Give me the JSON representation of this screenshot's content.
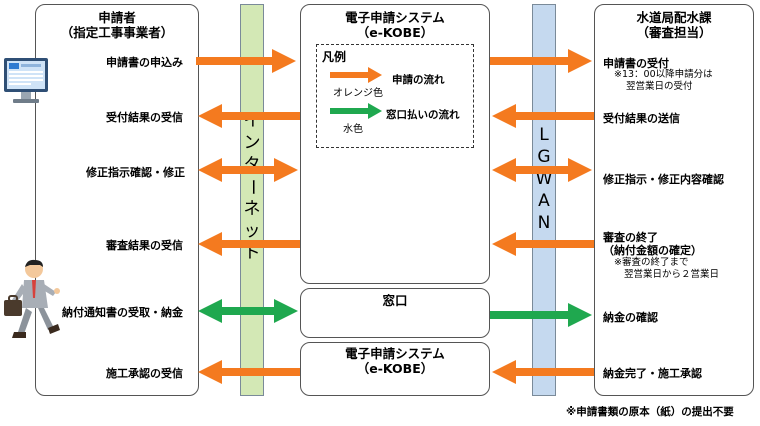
{
  "applicant": {
    "title_line1": "申請者",
    "title_line2": "（指定工事事業者）",
    "items": [
      "申請書の申込み",
      "受付結果の受信",
      "修正指示確認・修正",
      "審査結果の受信",
      "納付通知書の受取・納金",
      "施工承認の受信"
    ]
  },
  "internet_band": {
    "label": [
      "イ",
      "ン",
      "タ",
      "ー",
      "ネ",
      "ッ",
      "ト"
    ]
  },
  "esystem_top": {
    "title_line1": "電子申請システム",
    "title_line2": "（e-KOBE）"
  },
  "legend": {
    "title": "凡例",
    "orange_label": "申請の流れ",
    "orange_caption": "オレンジ色",
    "green_label": "窓口払いの流れ",
    "green_caption": "水色"
  },
  "counter": {
    "title": "窓口"
  },
  "esystem_bottom": {
    "title_line1": "電子申請システム",
    "title_line2": "（e-KOBE）"
  },
  "lgwan_band": {
    "label": [
      "L",
      "G",
      "W",
      "A",
      "N"
    ]
  },
  "water_bureau": {
    "title_line1": "水道局配水課",
    "title_line2": "（審査担当）",
    "items": [
      "申請書の受付",
      "受付結果の送信",
      "修正指示・修正内容確認",
      "審査の終了",
      "（納付金額の確定）",
      "納金の確認",
      "納金完了・施工承認"
    ],
    "note_receipt_1": "※13：00以降申請分は",
    "note_receipt_2": "翌営業日の受付",
    "note_review_1": "※審査の終了まで",
    "note_review_2": "翌営業日から２営業日"
  },
  "footer_note": "※申請書類の原本（紙）の提出不要",
  "colors": {
    "orange": "#f47a1f",
    "green": "#1fa84f",
    "internet_band": "#d3e8b5",
    "lgwan_band": "#c5d9ef"
  },
  "icons": [
    "computer-monitor-icon",
    "running-businessman-icon"
  ]
}
